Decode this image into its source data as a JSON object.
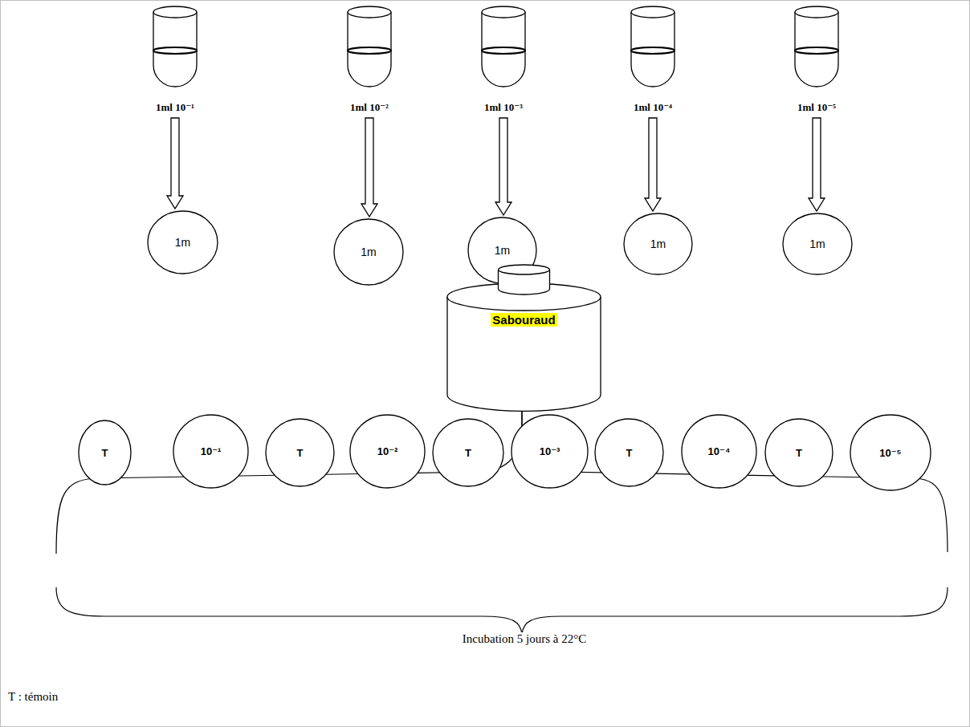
{
  "diagram": {
    "nodes": [
      {
        "text": [
          "1ml 10⁻¹"
        ]
      },
      {
        "text": [
          "1ml 10⁻²"
        ]
      },
      {
        "text": [
          "1ml 10⁻³"
        ]
      },
      {
        "text": [
          "1ml 10⁻⁴"
        ]
      },
      {
        "text": [
          "1ml 10⁻⁵"
        ]
      },
      {
        "text": [
          "1m"
        ]
      },
      {
        "text": [
          "1m"
        ]
      },
      {
        "text": [
          "1m"
        ]
      },
      {
        "text": [
          "1m"
        ]
      },
      {
        "text": [
          "1m"
        ]
      },
      {
        "text": [
          "Sabouraud"
        ]
      },
      {
        "text": [
          "T"
        ]
      },
      {
        "text": [
          "10⁻¹"
        ]
      },
      {
        "text": [
          "T"
        ]
      },
      {
        "text": [
          "10⁻²"
        ]
      },
      {
        "text": [
          "T"
        ]
      },
      {
        "text": [
          "10⁻³"
        ]
      },
      {
        "text": [
          "T"
        ]
      },
      {
        "text": [
          "10⁻⁴"
        ]
      },
      {
        "text": [
          "T"
        ]
      },
      {
        "text": [
          "10⁻⁵"
        ]
      }
    ],
    "edges": [
      {
        "from": 0,
        "to": 5,
        "arrow": "to"
      },
      {
        "from": 1,
        "to": 6,
        "arrow": "to"
      },
      {
        "from": 2,
        "to": 7,
        "arrow": "to"
      },
      {
        "from": 3,
        "to": 8,
        "arrow": "to"
      },
      {
        "from": 4,
        "to": 9,
        "arrow": "to"
      }
    ],
    "labels": [
      "Incubation 5 jours à 22°C",
      "T : témoin"
    ]
  }
}
